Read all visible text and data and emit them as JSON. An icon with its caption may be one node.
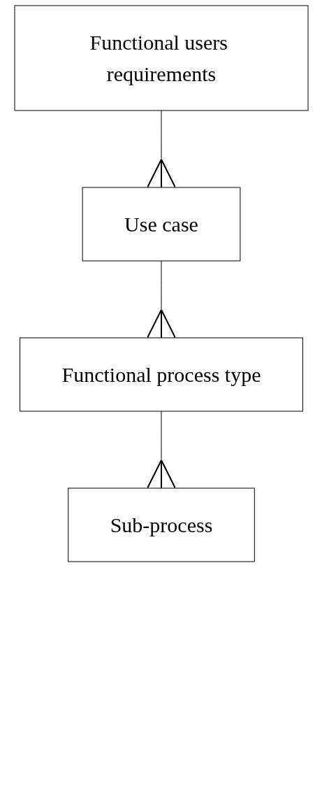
{
  "diagram": {
    "nodes": [
      {
        "text": [
          "Functional users requirements"
        ]
      },
      {
        "text": [
          "Use case"
        ]
      },
      {
        "text": [
          "Functional process type"
        ]
      },
      {
        "text": [
          "Sub-process"
        ]
      }
    ],
    "edges": [
      {
        "from": 0,
        "to": 1,
        "arrow": "other"
      },
      {
        "from": 1,
        "to": 2,
        "arrow": "other"
      },
      {
        "from": 2,
        "to": 3,
        "arrow": "other"
      }
    ]
  }
}
